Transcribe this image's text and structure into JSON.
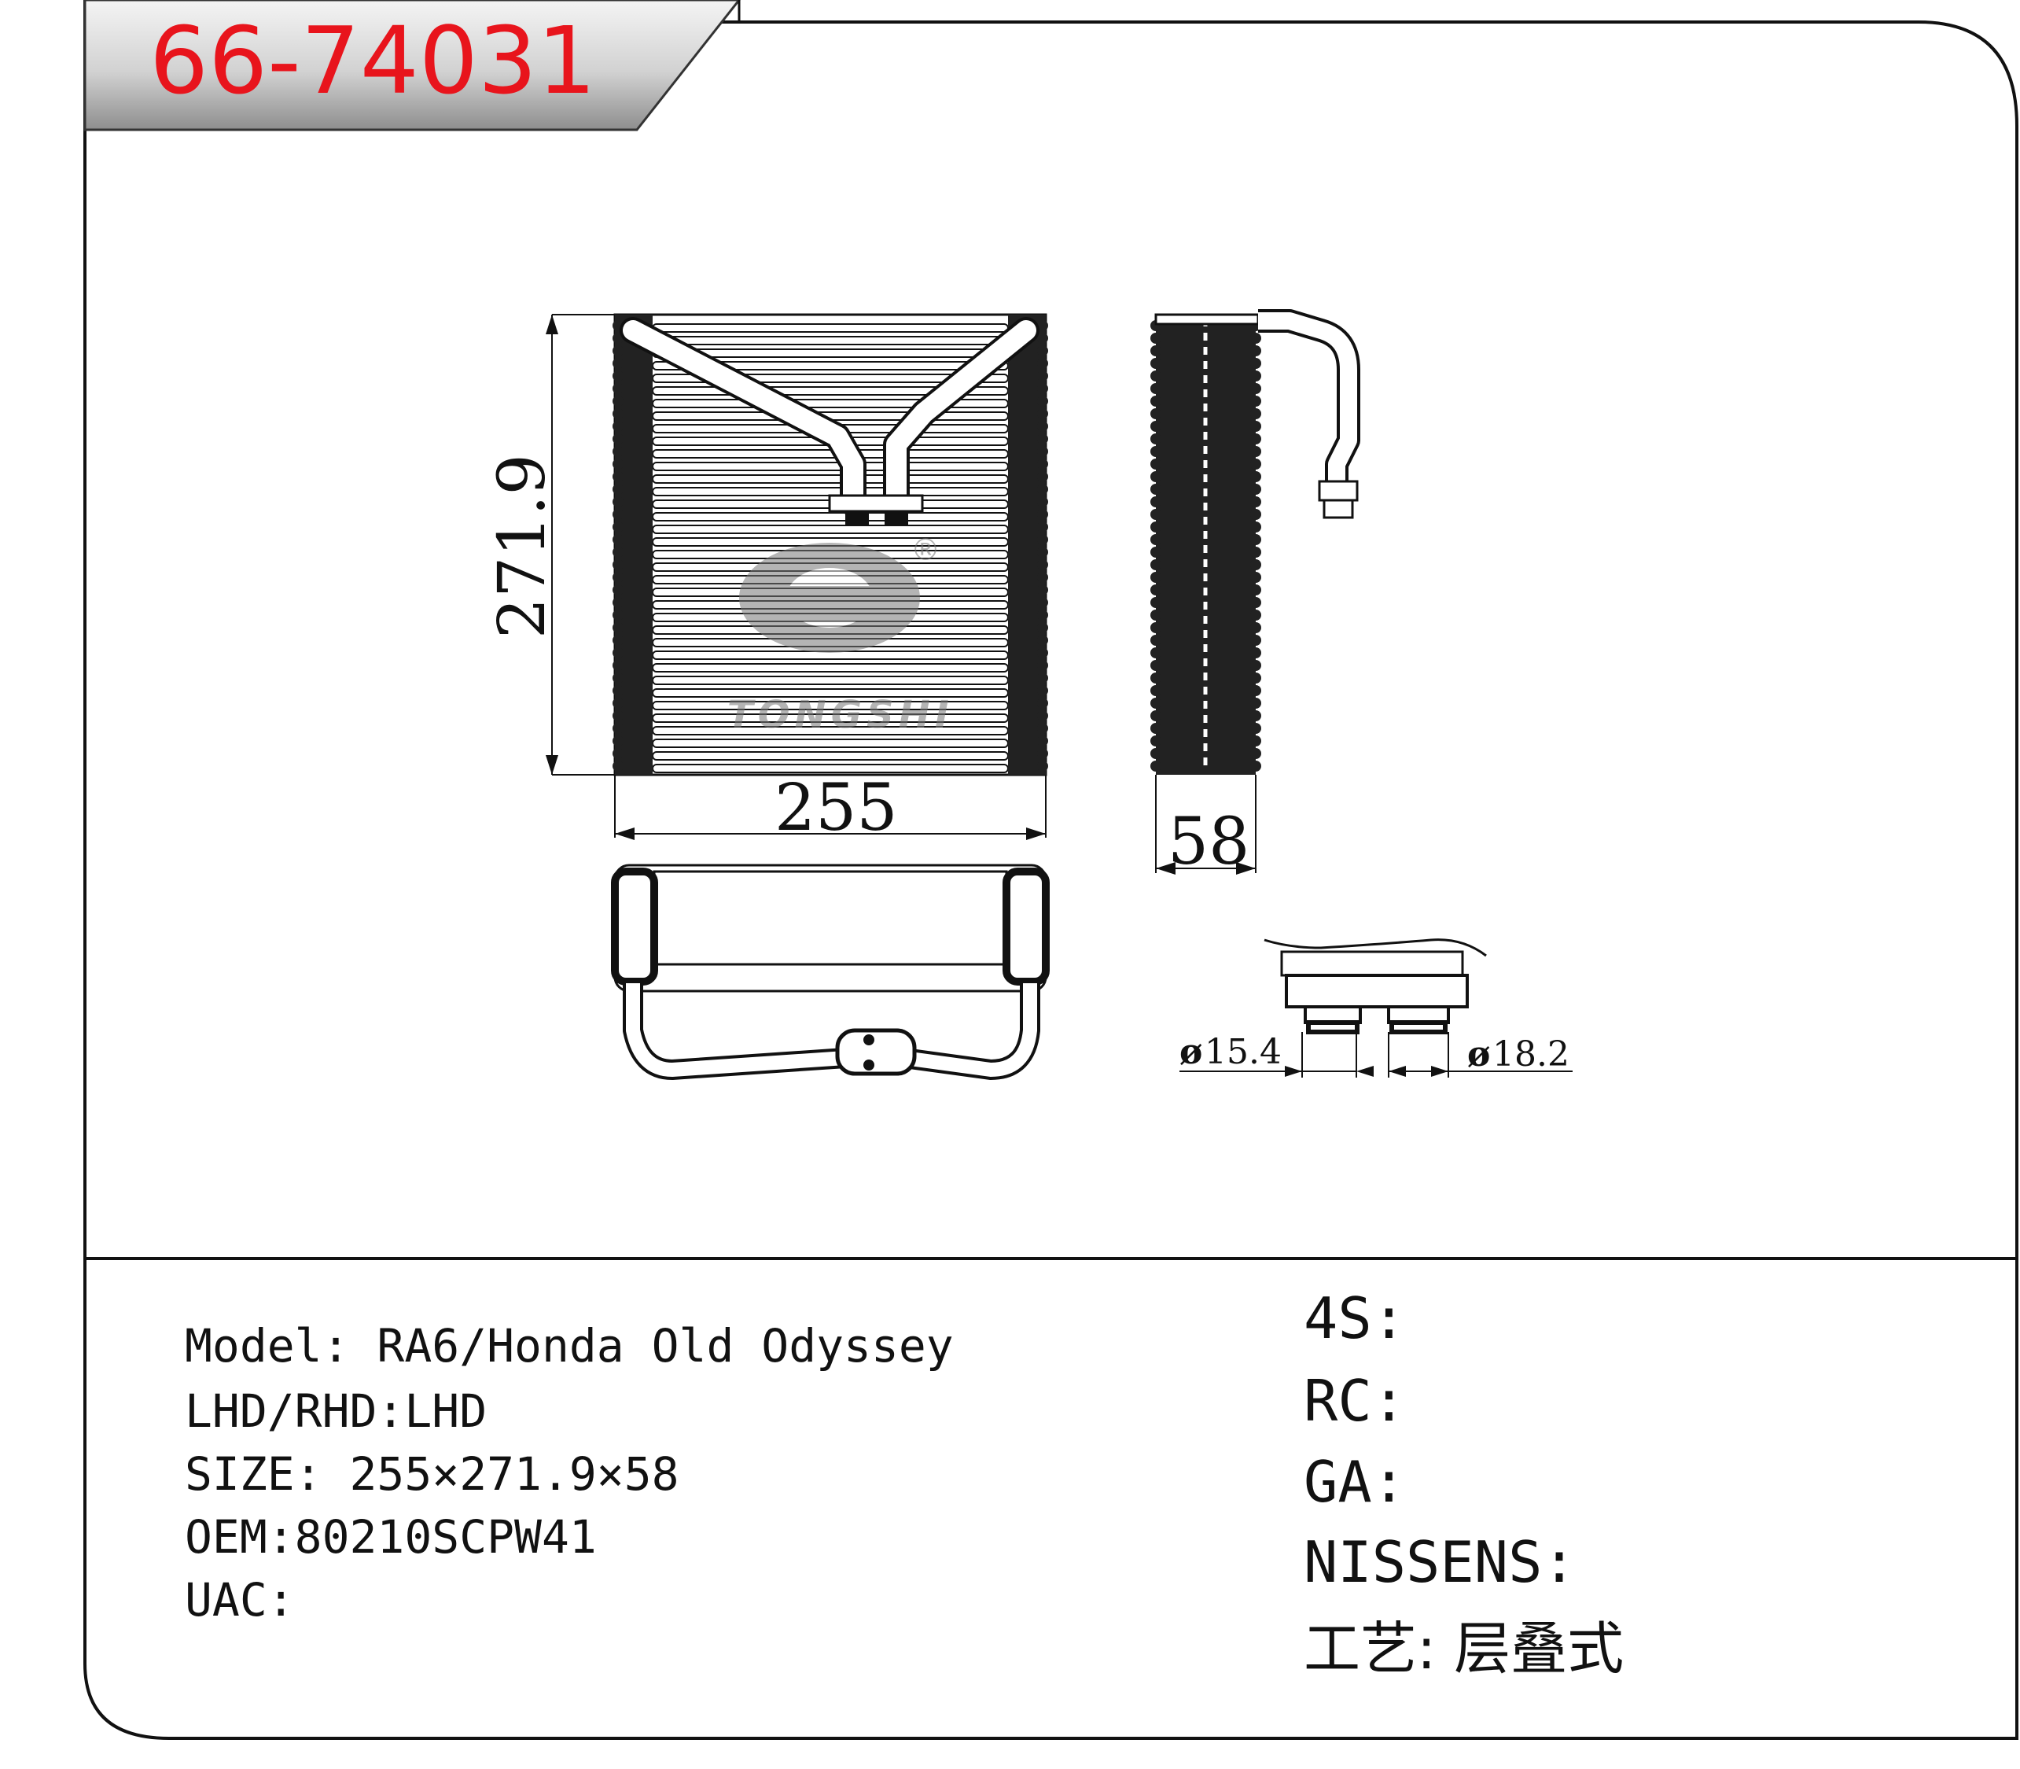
{
  "part_number": "66-74031",
  "watermark": {
    "brand": "TONGSHI",
    "registered_mark": "®"
  },
  "dimensions": {
    "height": "271.9",
    "width": "255",
    "depth": "58",
    "pipe_inlet": "15.4",
    "pipe_outlet": "18.2",
    "diameter_symbol": "ø"
  },
  "specs": {
    "model": "Model: RA6/Honda Old Odyssey",
    "drive": "LHD/RHD:LHD",
    "size": "SIZE: 255×271.9×58",
    "oem": "OEM:80210SCPW41",
    "uac": "UAC:"
  },
  "references": {
    "4s": "4S:",
    "rc": "RC:",
    "ga": "GA:",
    "nissens": "NISSENS:",
    "process": "工艺: 层叠式"
  },
  "colors": {
    "part_number_text": "#e8141c",
    "banner_fill": "#b8b8b8",
    "line": "#111111"
  }
}
